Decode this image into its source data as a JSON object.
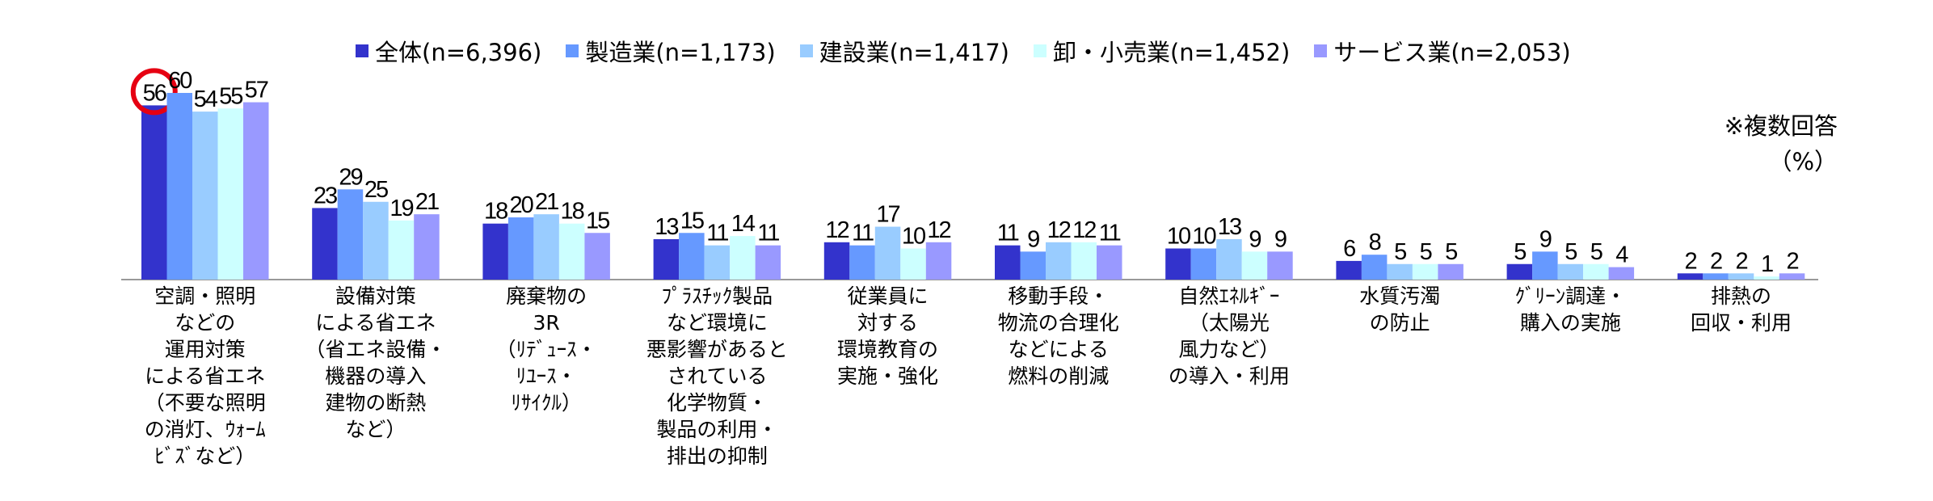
{
  "chart_data": {
    "type": "bar",
    "categories": [
      "空調・照明\nなどの\n運用対策\nによる省エネ\n（不要な照明\nの消灯、ｳｫｰﾑ\nﾋﾞｽﾞなど）",
      "設備対策\nによる省エネ\n（省エネ設備・\n機器の導入\n建物の断熱\nなど）",
      "廃棄物の\n3R\n（ﾘﾃﾞｭｰｽ・\nﾘﾕｰｽ・\nﾘｻｲｸﾙ）",
      "ﾌﾟﾗｽﾁｯｸ製品\nなど環境に\n悪影響があると\nされている\n化学物質・\n製品の利用・\n排出の抑制",
      "従業員に\n対する\n環境教育の\n実施・強化",
      "移動手段・\n物流の合理化\nなどによる\n燃料の削減",
      "自然ｴﾈﾙｷﾞｰ\n（太陽光\n風力など）\nの導入・利用",
      "水質汚濁\nの防止",
      "ｸﾞﾘｰﾝ調達・\n購入の実施",
      "排熱の\n回収・利用"
    ],
    "series": [
      {
        "name": "全体(n=6,396)",
        "color": "#3333CC",
        "values": [
          56,
          23,
          18,
          13,
          12,
          11,
          10,
          6,
          5,
          2
        ]
      },
      {
        "name": "製造業(n=1,173)",
        "color": "#6699FF",
        "values": [
          60,
          29,
          20,
          15,
          11,
          9,
          10,
          8,
          9,
          2
        ]
      },
      {
        "name": "建設業(n=1,417)",
        "color": "#99CCFF",
        "values": [
          54,
          25,
          21,
          11,
          17,
          12,
          13,
          5,
          5,
          2
        ]
      },
      {
        "name": "卸・小売業(n=1,452)",
        "color": "#CCFFFF",
        "values": [
          55,
          19,
          18,
          14,
          10,
          12,
          9,
          5,
          5,
          1
        ]
      },
      {
        "name": "サービス業(n=2,053)",
        "color": "#9999FF",
        "values": [
          57,
          21,
          15,
          11,
          12,
          11,
          9,
          5,
          4,
          2
        ]
      }
    ],
    "ylim": [
      0,
      60
    ],
    "note": "※複数回答",
    "unit": "（%）",
    "legend": "top",
    "highlight": {
      "category_index": 0,
      "series_index": 0,
      "color": "#E60012"
    }
  }
}
